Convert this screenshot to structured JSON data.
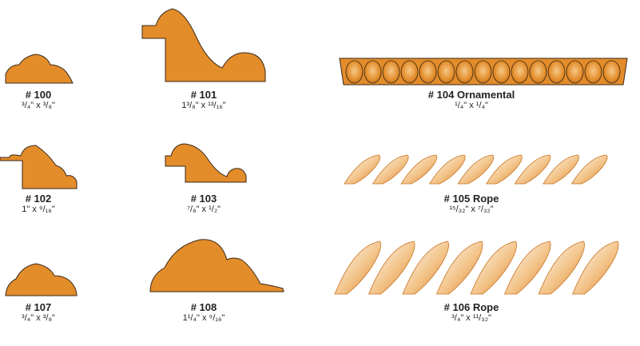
{
  "colors": {
    "fill": "#E38C2A",
    "stroke": "#3a2a1a"
  },
  "profiles": [
    {
      "id": "100",
      "label": "# 100",
      "dim": "³/₄\" x ³/₈\""
    },
    {
      "id": "101",
      "label": "# 101",
      "dim": "1³/₈\" x ¹³/₁₆\""
    },
    {
      "id": "104",
      "label": "# 104 Ornamental",
      "dim": "¹/₄\" x ¹/₄\""
    },
    {
      "id": "102",
      "label": "# 102",
      "dim": "1\" x ⁹/₁₆\""
    },
    {
      "id": "103",
      "label": "# 103",
      "dim": "⁷/₈\" x ¹/₂\""
    },
    {
      "id": "105",
      "label": "# 105  Rope",
      "dim": "¹⁵/₃₂\" x ⁷/₃₂\""
    },
    {
      "id": "107",
      "label": "# 107",
      "dim": "³/₄\" x ³/₈\""
    },
    {
      "id": "108",
      "label": "# 108",
      "dim": "1¹/₄\" x ⁹/₁₆\""
    },
    {
      "id": "106",
      "label": "# 106 Rope",
      "dim": "³/₄\" x ¹¹/₃₂\""
    }
  ]
}
